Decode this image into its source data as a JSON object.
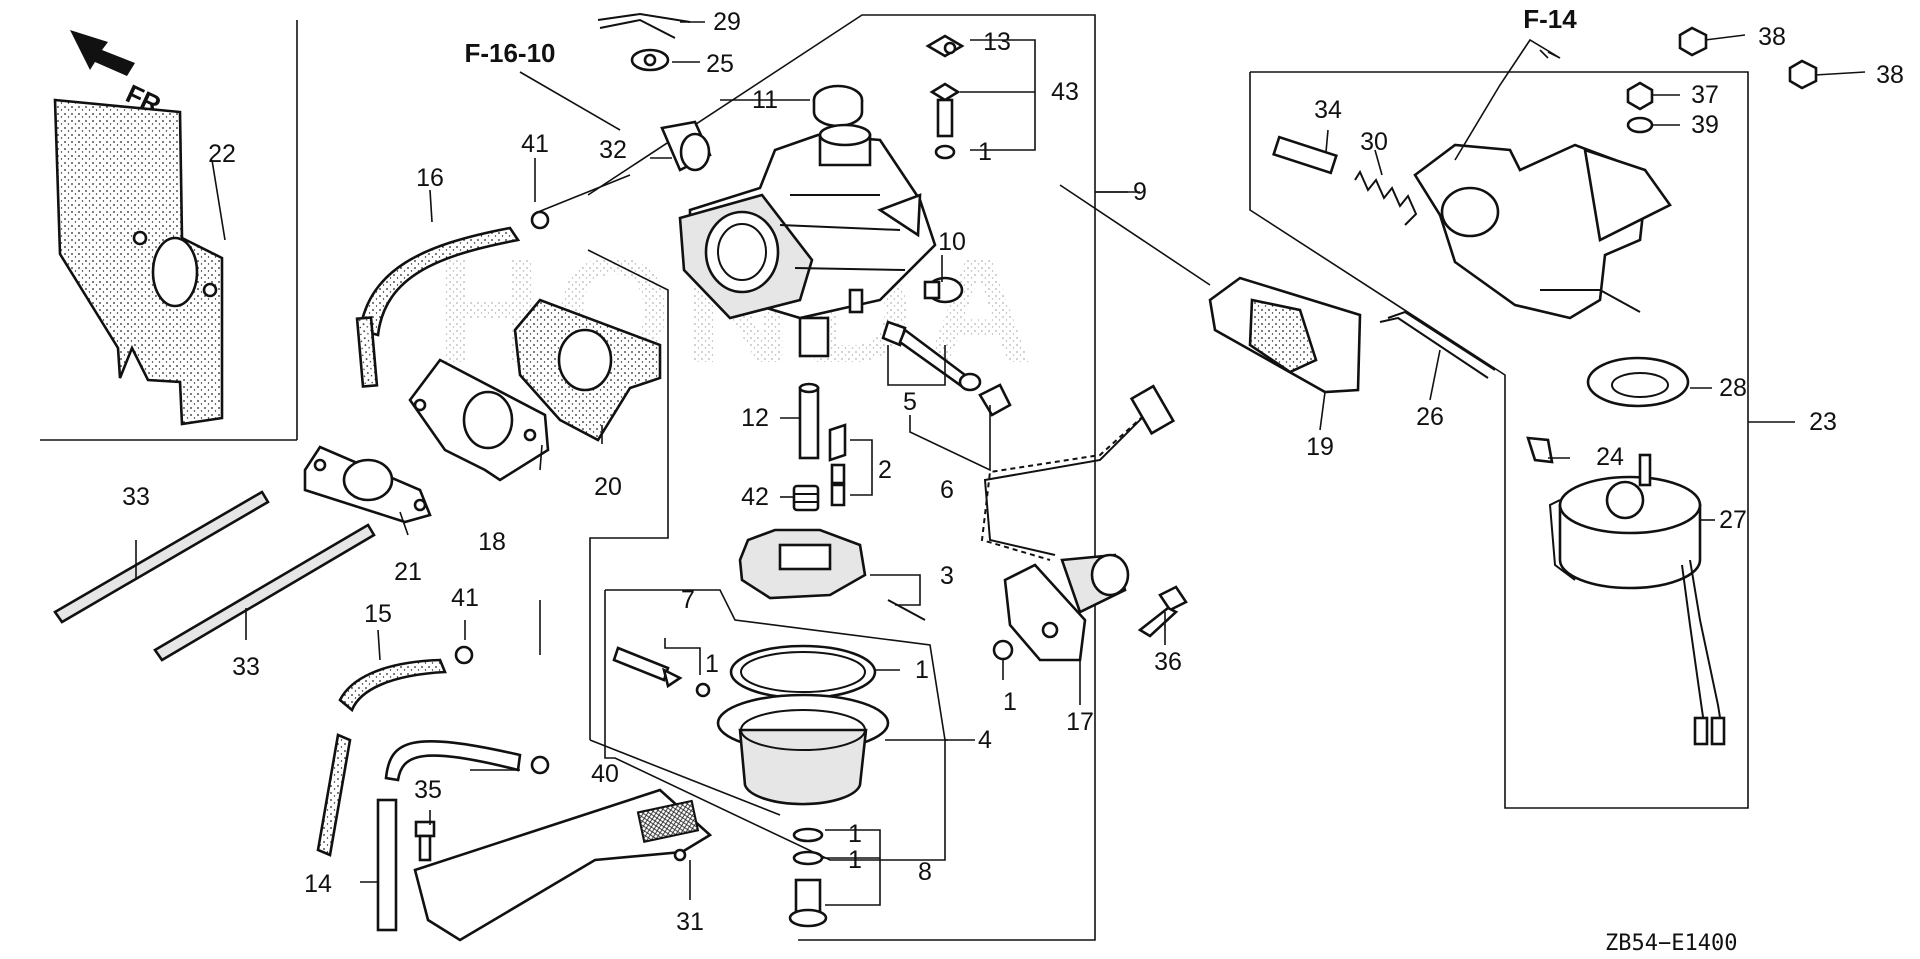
{
  "diagram_code": "ZB54−E1400",
  "watermark": "HONDA",
  "front_arrow": "FR.",
  "refs": {
    "f14": "F-14",
    "f1610": "F-16-10"
  },
  "labels": {
    "p1a": "1",
    "p1b": "1",
    "p1c": "1",
    "p1d": "1",
    "p1e": "1",
    "p1f": "1",
    "p2": "2",
    "p3": "3",
    "p4": "4",
    "p5": "5",
    "p6": "6",
    "p7": "7",
    "p8": "8",
    "p9": "9",
    "p10": "10",
    "p11": "11",
    "p12": "12",
    "p13": "13",
    "p14": "14",
    "p15": "15",
    "p16": "16",
    "p17": "17",
    "p18": "18",
    "p19": "19",
    "p20": "20",
    "p21": "21",
    "p22": "22",
    "p23": "23",
    "p24": "24",
    "p25": "25",
    "p26": "26",
    "p27": "27",
    "p28": "28",
    "p29": "29",
    "p30": "30",
    "p31": "31",
    "p32": "32",
    "p33a": "33",
    "p33b": "33",
    "p34": "34",
    "p35": "35",
    "p36": "36",
    "p37": "37",
    "p38a": "38",
    "p38b": "38",
    "p39": "39",
    "p40": "40",
    "p41a": "41",
    "p41b": "41",
    "p42": "42",
    "p43": "43"
  }
}
